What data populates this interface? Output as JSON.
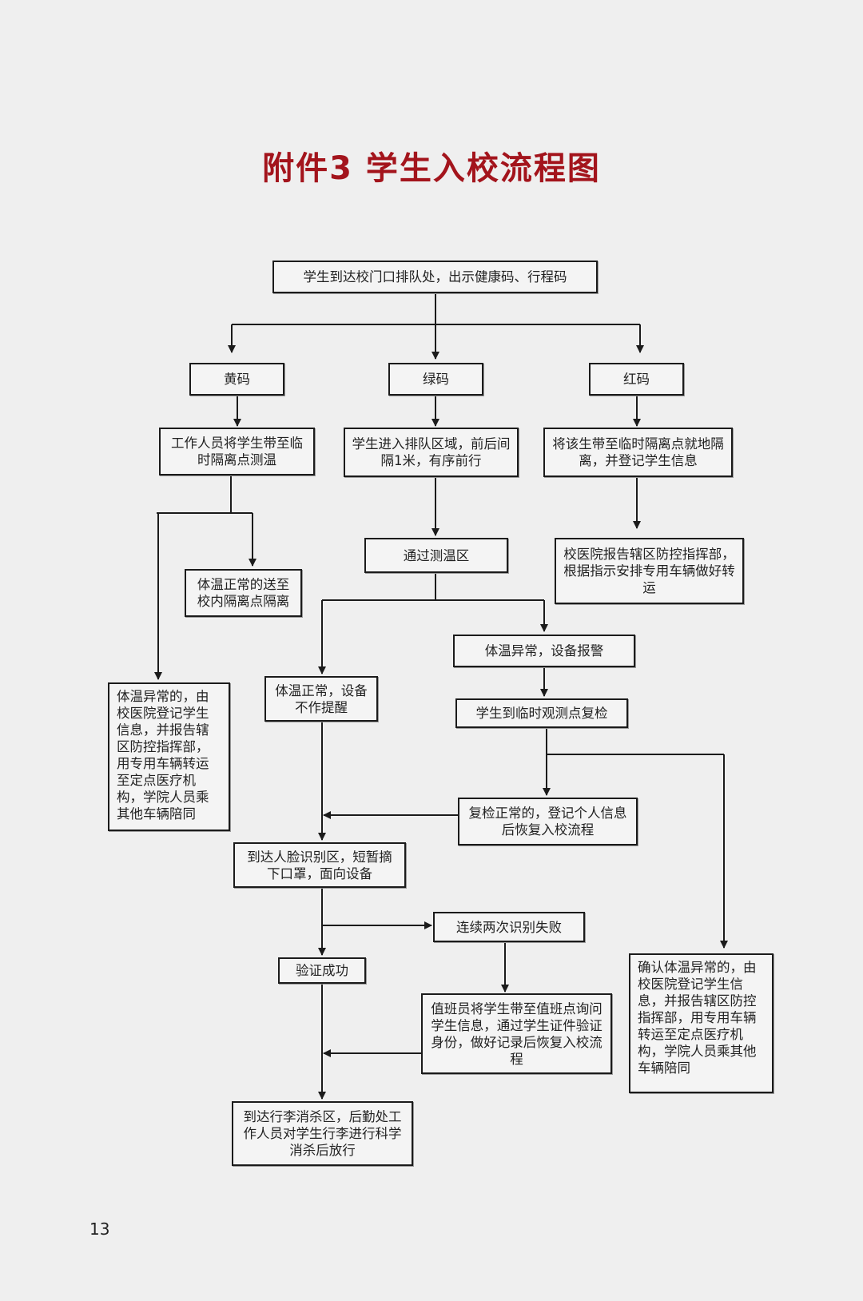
{
  "title": "附件3  学生入校流程图",
  "page_number": "13",
  "nodes": {
    "start": "学生到达校门口排队处，出示健康码、行程码",
    "yellow": "黄码",
    "green": "绿码",
    "red": "红码",
    "yellow_step": "工作人员将学生带至临时隔离点测温",
    "green_step": "学生进入排队区域，前后间隔1米，有序前行",
    "red_step": "将该生带至临时隔离点就地隔离，并登记学生信息",
    "red_report": "校医院报告辖区防控指挥部，根据指示安排专用车辆做好转运",
    "yellow_normal": "体温正常的送至校内隔离点隔离",
    "yellow_abnormal": "体温异常的，由校医院登记学生信息，并报告辖区防控指挥部，用专用车辆转运至定点医疗机构，学院人员乘其他车辆陪同",
    "temp_zone": "通过测温区",
    "temp_abnormal": "体温异常，设备报警",
    "temp_normal": "体温正常，设备不作提醒",
    "recheck": "学生到临时观测点复检",
    "recheck_normal": "复检正常的，登记个人信息后恢复入校流程",
    "confirm_abnormal": "确认体温异常的，由校医院登记学生信息，并报告辖区防控指挥部，用专用车辆转运至定点医疗机构，学院人员乘其他车辆陪同",
    "face_zone": "到达人脸识别区，短暂摘下口罩，面向设备",
    "fail_twice": "连续两次识别失败",
    "verify_ok": "验证成功",
    "duty_check": "值班员将学生带至值班点询问学生信息，通过学生证件验证身份，做好记录后恢复入校流程",
    "luggage": "到达行李消杀区，后勤处工作人员对学生行李进行科学消杀后放行"
  },
  "colors": {
    "title": "#a3141c",
    "line": "#1b1b1b"
  }
}
